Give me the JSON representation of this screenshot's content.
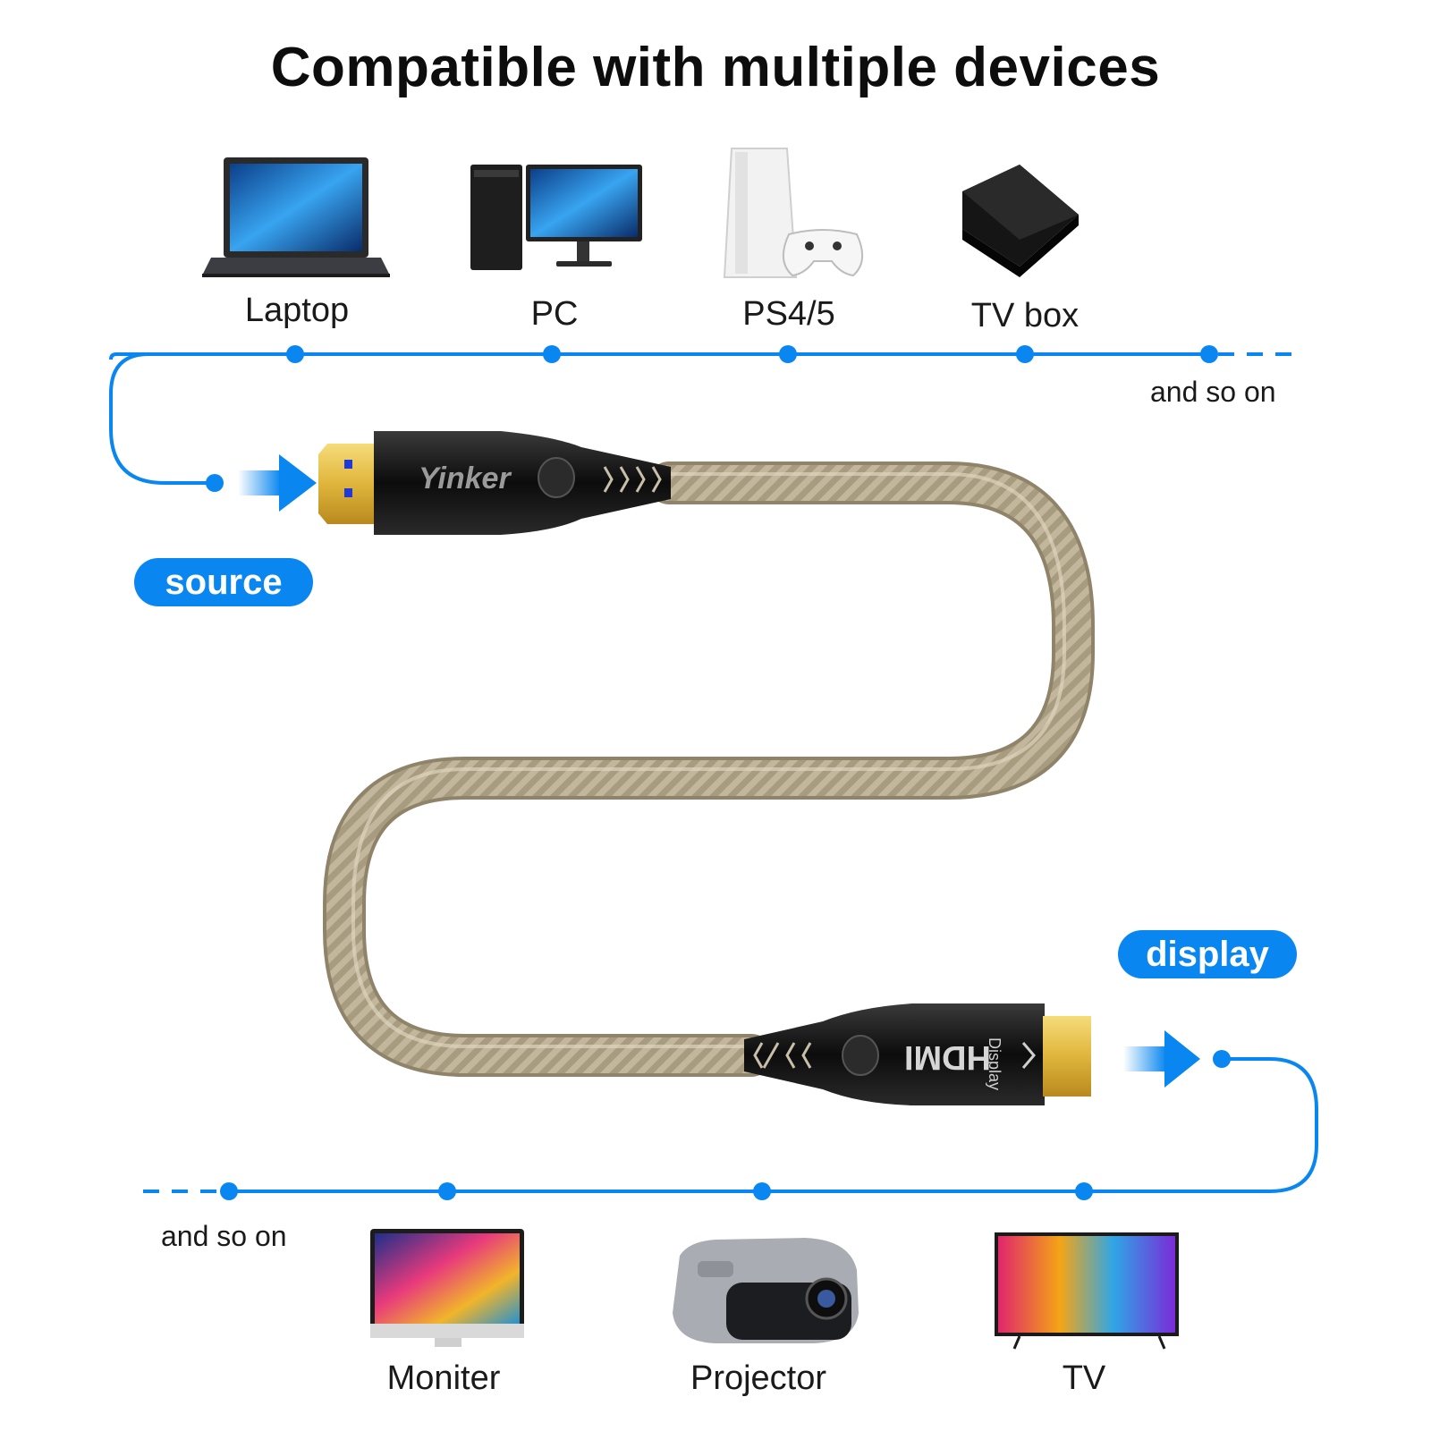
{
  "title": "Compatible with multiple devices",
  "colors": {
    "accent": "#0a86f0",
    "cable": "#b9ae93",
    "plug_body": "#1c1c1c",
    "gold": "#e8c24a"
  },
  "source_devices": [
    {
      "label": "Laptop",
      "icon": "laptop-icon"
    },
    {
      "label": "PC",
      "icon": "desktop-pc-icon"
    },
    {
      "label": "PS4/5",
      "icon": "game-console-icon"
    },
    {
      "label": "TV box",
      "icon": "tv-box-icon"
    }
  ],
  "source_more": "and so on",
  "source_pill": "source",
  "display_pill": "display",
  "display_more": "and so on",
  "display_devices": [
    {
      "label": "Moniter",
      "icon": "monitor-icon"
    },
    {
      "label": "Projector",
      "icon": "projector-icon"
    },
    {
      "label": "TV",
      "icon": "television-icon"
    }
  ],
  "plug_source_text": "Yinker",
  "plug_display_text": "HDMI",
  "plug_display_sub": "Display"
}
